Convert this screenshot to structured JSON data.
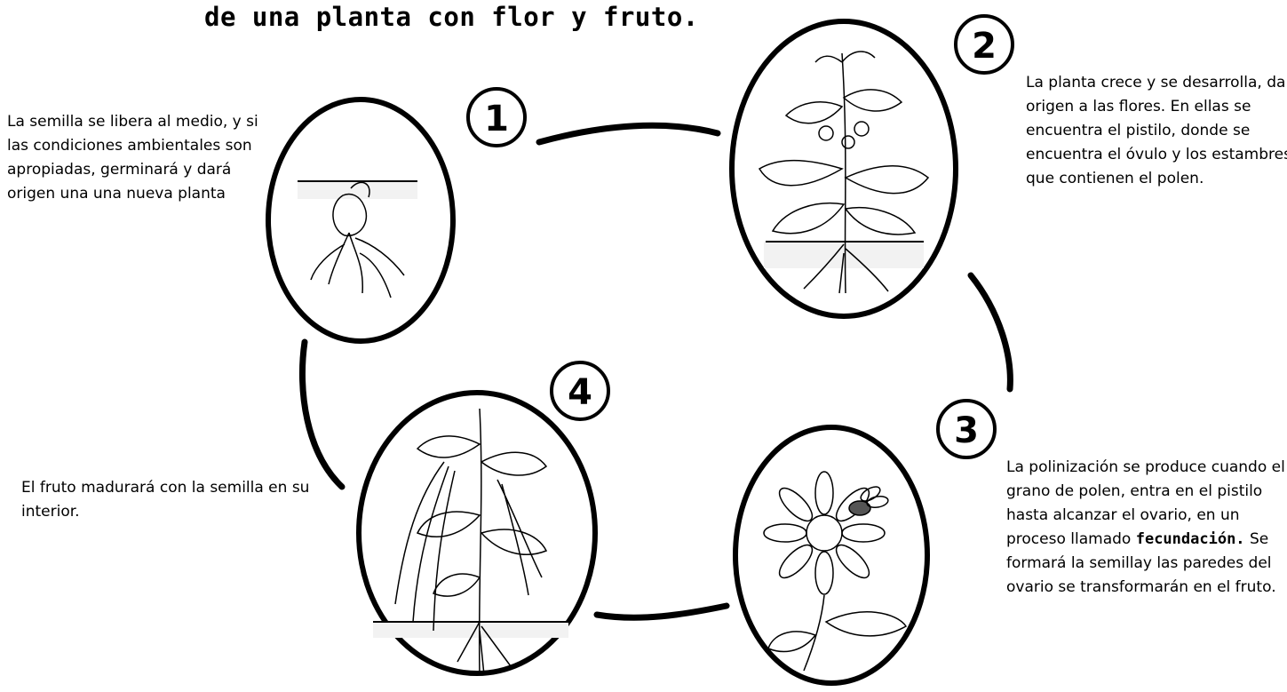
{
  "title": "de una planta con flor y fruto.",
  "stages": [
    {
      "number": "1",
      "text": "La semilla se libera al medio, y si las condiciones ambientales son apropiadas, germinará y dará origen una una nueva planta"
    },
    {
      "number": "2",
      "text": "La planta crece y se desarrolla, da origen a las flores. En ellas se encuentra el pistilo, donde se encuentra el óvulo y los estambres que contienen el polen."
    },
    {
      "number": "3",
      "text_before": "La polinización se produce cuando el grano de polen, entra en el pistilo hasta alcanzar el ovario, en un proceso llamado",
      "text_bold": "fecundación.",
      "text_after": " Se formará la semillay las paredes del ovario se transformarán en el fruto."
    },
    {
      "number": "4",
      "text": "El fruto madurará con la semilla en su interior."
    }
  ]
}
